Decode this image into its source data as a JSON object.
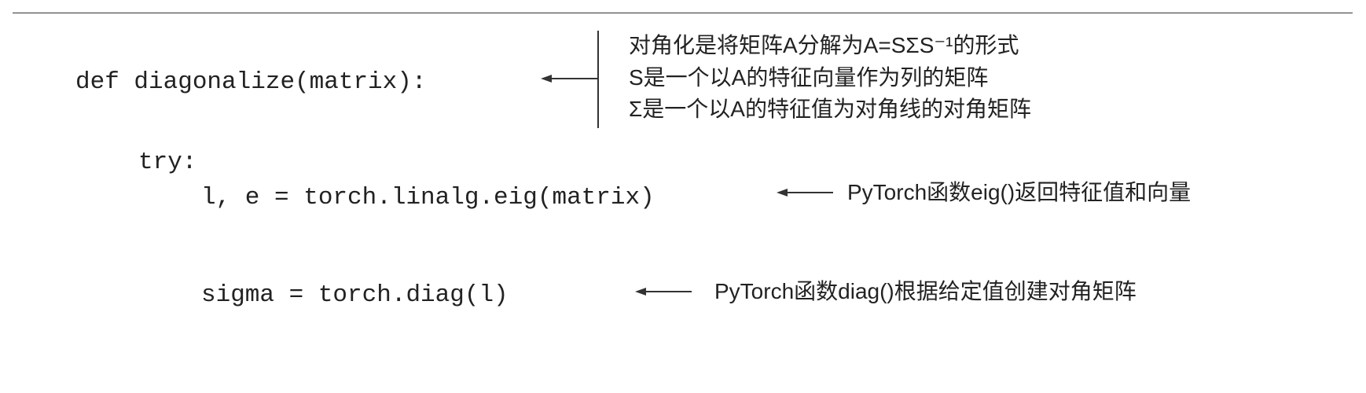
{
  "code": {
    "line1": "def diagonalize(matrix):",
    "line2": "try:",
    "line3": "l, e = torch.linalg.eig(matrix)",
    "line4": "sigma = torch.diag(l)"
  },
  "annotations": {
    "diag_note": [
      "对角化是将矩阵A分解为A=SΣS⁻¹的形式",
      "S是一个以A的特征向量作为列的矩阵",
      "Σ是一个以A的特征值为对角线的对角矩阵"
    ],
    "eig_note": "PyTorch函数eig()返回特征值和向量",
    "diag_fn_note": "PyTorch函数diag()根据给定值创建对角矩阵"
  }
}
